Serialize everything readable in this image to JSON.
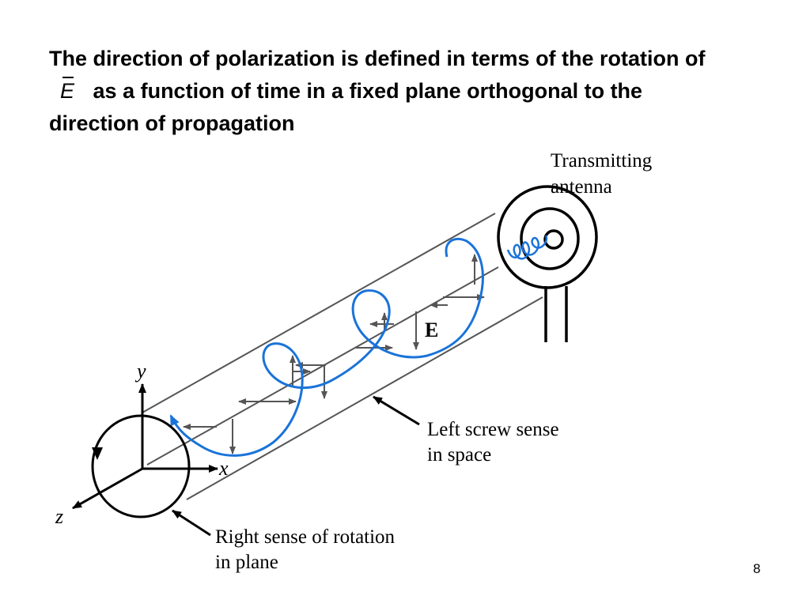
{
  "slide": {
    "title_part1": "The direction of polarization is defined in terms of the rotation of",
    "title_symbol": "E",
    "title_part2": "as a function of time in a fixed plane orthogonal to the direction of propagation",
    "page_number": "8"
  },
  "diagram": {
    "transmitting_antenna_label": [
      "Transmitting",
      "antenna"
    ],
    "field_label": "E",
    "left_screw_label": [
      "Left screw sense",
      "in space"
    ],
    "right_rotation_label": [
      "Right sense of rotation",
      "in plane"
    ],
    "axis_labels": {
      "x": "x",
      "y": "y",
      "z": "z"
    },
    "colors": {
      "helix": "#1a73d9",
      "lines": "#555555",
      "ink": "#000000"
    }
  }
}
